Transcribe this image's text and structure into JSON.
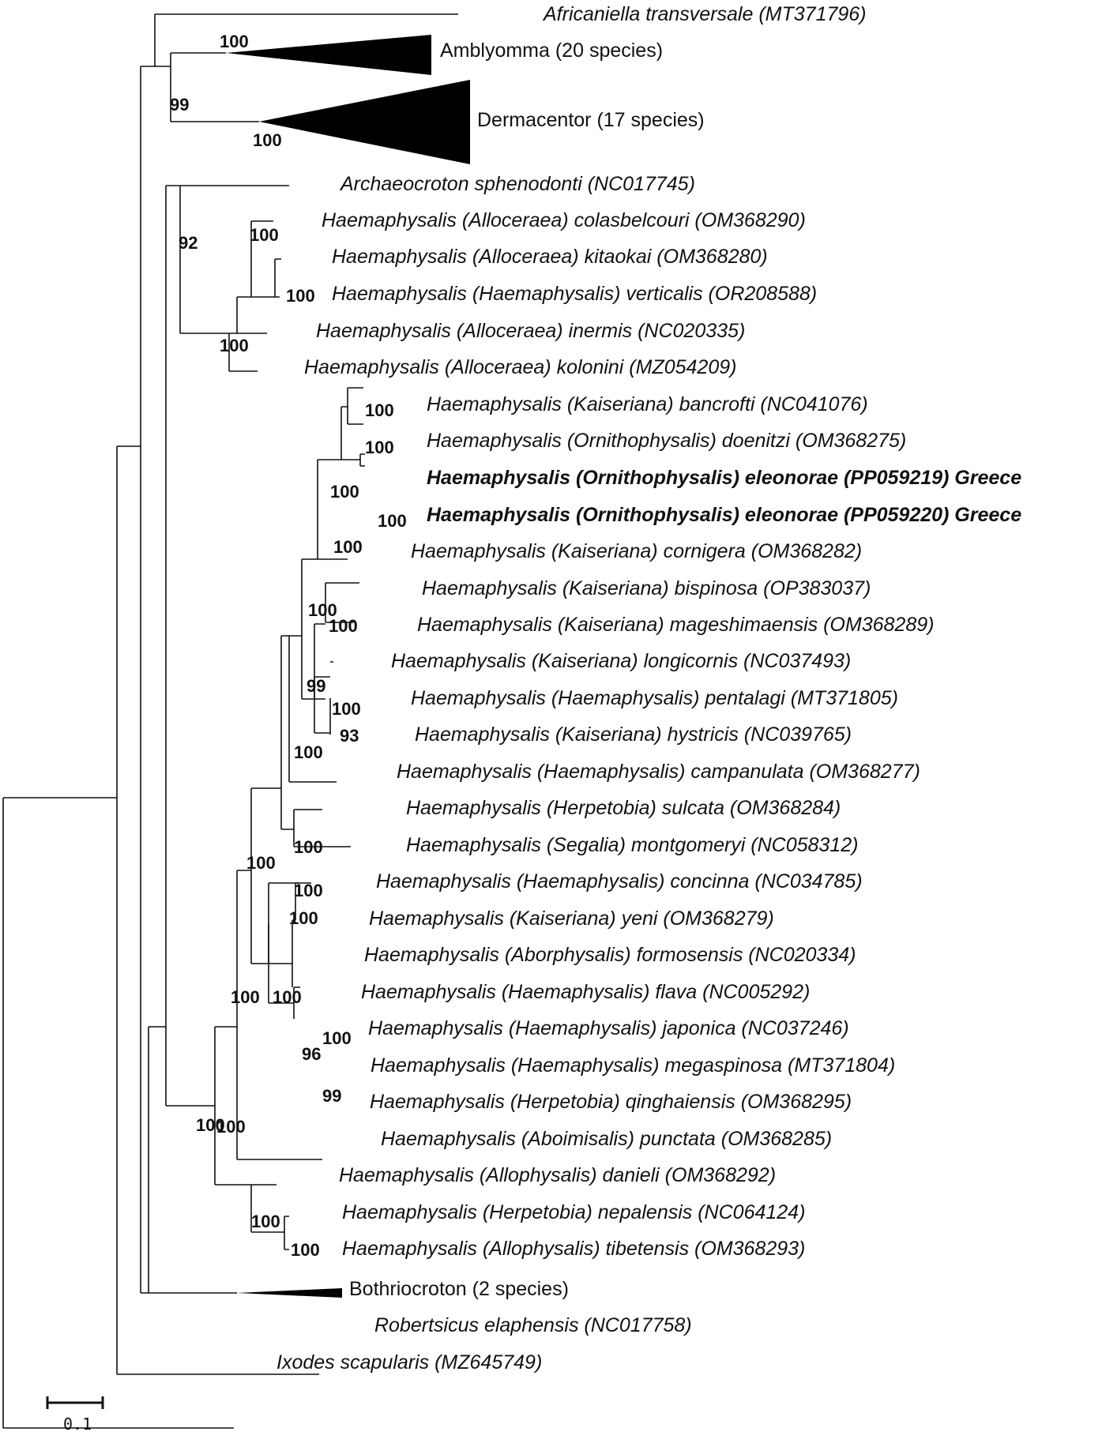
{
  "taxa": [
    {
      "id": "africaniella",
      "label": "Africaniella transversale (MT371796)"
    },
    {
      "id": "amblyomma",
      "label": "Amblyomma (20 species)",
      "collapsed": true
    },
    {
      "id": "dermacentor",
      "label": "Dermacentor (17 species)",
      "collapsed": true
    },
    {
      "id": "archaeocroton",
      "label": "Archaeocroton sphenodonti (NC017745)"
    },
    {
      "id": "colasbelcouri",
      "label": "Haemaphysalis (Alloceraea) colasbelcouri (OM368290)"
    },
    {
      "id": "kitaokai",
      "label": "Haemaphysalis (Alloceraea) kitaokai (OM368280)"
    },
    {
      "id": "verticalis",
      "label": "Haemaphysalis (Haemaphysalis) verticalis (OR208588)"
    },
    {
      "id": "inermis",
      "label": "Haemaphysalis (Alloceraea) inermis (NC020335)"
    },
    {
      "id": "kolonini",
      "label": "Haemaphysalis (Alloceraea) kolonini (MZ054209)"
    },
    {
      "id": "bancrofti",
      "label": "Haemaphysalis (Kaiseriana) bancrofti (NC041076)"
    },
    {
      "id": "doenitzi",
      "label": "Haemaphysalis (Ornithophysalis) doenitzi (OM368275)"
    },
    {
      "id": "eleonorae1",
      "label": "Haemaphysalis (Ornithophysalis) eleonorae (PP059219) Greece",
      "bold": true
    },
    {
      "id": "eleonorae2",
      "label": "Haemaphysalis (Ornithophysalis) eleonorae (PP059220) Greece",
      "bold": true
    },
    {
      "id": "cornigera",
      "label": "Haemaphysalis (Kaiseriana) cornigera (OM368282)"
    },
    {
      "id": "bispinosa",
      "label": "Haemaphysalis (Kaiseriana) bispinosa (OP383037)"
    },
    {
      "id": "mageshimaensis",
      "label": "Haemaphysalis (Kaiseriana) mageshimaensis (OM368289)"
    },
    {
      "id": "longicornis",
      "label": "Haemaphysalis (Kaiseriana) longicornis (NC037493)"
    },
    {
      "id": "pentalagi",
      "label": "Haemaphysalis (Haemaphysalis) pentalagi (MT371805)"
    },
    {
      "id": "hystricis",
      "label": "Haemaphysalis (Kaiseriana) hystricis (NC039765)"
    },
    {
      "id": "campanulata",
      "label": "Haemaphysalis (Haemaphysalis) campanulata (OM368277)"
    },
    {
      "id": "sulcata",
      "label": "Haemaphysalis (Herpetobia) sulcata (OM368284)"
    },
    {
      "id": "montgomeryi",
      "label": "Haemaphysalis (Segalia) montgomeryi (NC058312)"
    },
    {
      "id": "concinna",
      "label": "Haemaphysalis (Haemaphysalis) concinna (NC034785)"
    },
    {
      "id": "yeni",
      "label": "Haemaphysalis (Kaiseriana) yeni (OM368279)"
    },
    {
      "id": "formosensis",
      "label": "Haemaphysalis (Aborphysalis) formosensis (NC020334)"
    },
    {
      "id": "flava",
      "label": "Haemaphysalis (Haemaphysalis) flava (NC005292)"
    },
    {
      "id": "japonica",
      "label": "Haemaphysalis (Haemaphysalis) japonica (NC037246)"
    },
    {
      "id": "megaspinosa",
      "label": "Haemaphysalis (Haemaphysalis) megaspinosa (MT371804)"
    },
    {
      "id": "qinghaiensis",
      "label": "Haemaphysalis (Herpetobia) qinghaiensis (OM368295)"
    },
    {
      "id": "punctata",
      "label": "Haemaphysalis (Aboimisalis) punctata (OM368285)"
    },
    {
      "id": "danieli",
      "label": "Haemaphysalis (Allophysalis) danieli (OM368292)"
    },
    {
      "id": "nepalensis",
      "label": "Haemaphysalis (Herpetobia) nepalensis (NC064124)"
    },
    {
      "id": "tibetensis",
      "label": "Haemaphysalis (Allophysalis) tibetensis (OM368293)"
    },
    {
      "id": "bothriocroton",
      "label": "Bothriocroton (2 species)",
      "collapsed": true
    },
    {
      "id": "robertsicus",
      "label": "Robertsicus elaphensis (NC017758)"
    },
    {
      "id": "ixodes",
      "label": "Ixodes scapularis (MZ645749)"
    }
  ],
  "support_values": [
    "100",
    "99",
    "100",
    "92",
    "100",
    "100",
    "100",
    "100",
    "100",
    "100",
    "100",
    "100",
    "100",
    "100",
    "99",
    "100",
    "93",
    "100",
    "100",
    "100",
    "100",
    "100",
    "100",
    "100",
    "100",
    "96",
    "99",
    "100",
    "100",
    "100",
    "100"
  ],
  "scale_bar": {
    "label": "0.1",
    "length": 0.1
  }
}
